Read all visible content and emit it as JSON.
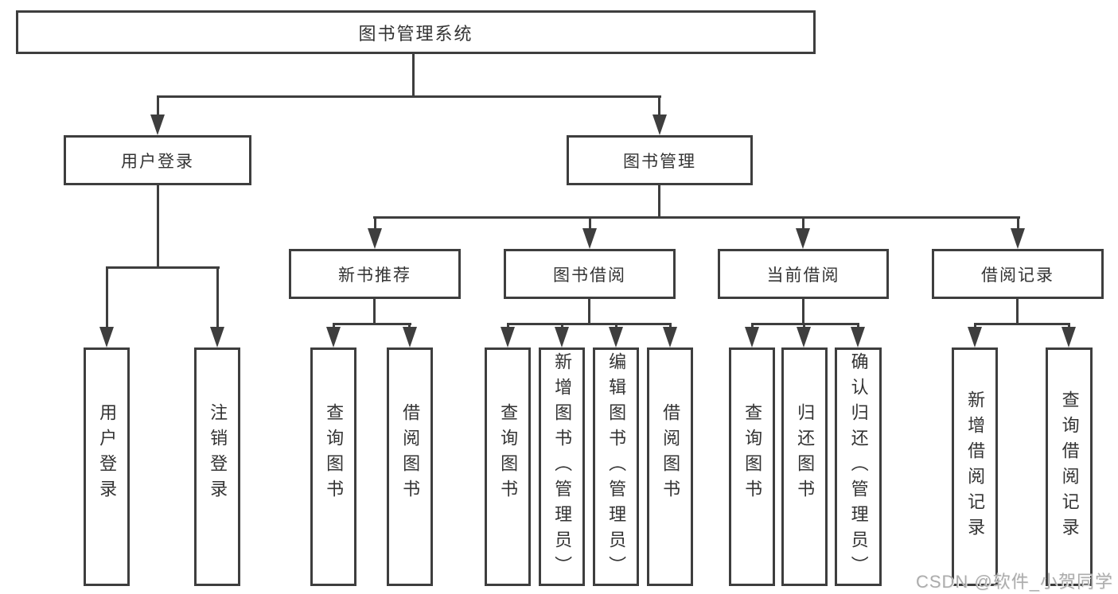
{
  "title": "图书管理系统",
  "modules": {
    "user_login": "用户登录",
    "book_mgmt": "图书管理"
  },
  "submodules": {
    "new_book_rec": "新书推荐",
    "book_borrow": "图书借阅",
    "current_borrow": "当前借阅",
    "borrow_records": "借阅记录"
  },
  "functions": {
    "user_login": "用户登录",
    "logout": "注销登录",
    "nbr_query_book": "查询图书",
    "nbr_borrow_book": "借阅图书",
    "bb_query_book": "查询图书",
    "bb_add_book": "新增图书（管理员）",
    "bb_edit_book": "编辑图书（管理员）",
    "bb_borrow_book": "借阅图书",
    "cb_query_book": "查询图书",
    "cb_return_book": "归还图书",
    "cb_confirm_return": "确认归还（管理员）",
    "br_add_record": "新增借阅记录",
    "br_query_record": "查询借阅记录"
  },
  "watermark": "CSDN @软件_小贺同学"
}
